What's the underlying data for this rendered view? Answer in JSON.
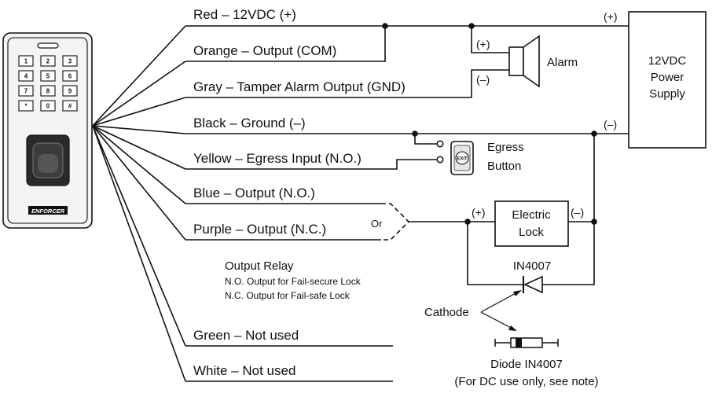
{
  "keypad": {
    "keys": [
      "1",
      "2",
      "3",
      "4",
      "5",
      "6",
      "7",
      "8",
      "9",
      "*",
      "0",
      "#"
    ],
    "brand": "ENFORCER"
  },
  "wires": {
    "red": "Red – 12VDC (+)",
    "orange": "Orange – Output (COM)",
    "gray": "Gray – Tamper Alarm Output (GND)",
    "black": "Black – Ground (–)",
    "yellow": "Yellow – Egress Input (N.O.)",
    "blue": "Blue – Output (N.O.)",
    "purple": "Purple – Output (N.C.)",
    "green": "Green – Not used",
    "white": "White – Not used"
  },
  "power_supply": {
    "line1": "12VDC",
    "line2": "Power",
    "line3": "Supply",
    "plus": "(+)",
    "minus": "(–)"
  },
  "alarm": {
    "label": "Alarm",
    "plus": "(+)",
    "minus": "(–)"
  },
  "egress": {
    "line1": "Egress",
    "line2": "Button",
    "icon_text": "EXIT"
  },
  "lock": {
    "line1": "Electric",
    "line2": "Lock",
    "plus": "(+)",
    "minus": "(–)"
  },
  "or_label": "Or",
  "relay": {
    "title": "Output Relay",
    "line1": "N.O. Output for Fail-secure Lock",
    "line2": "N.C. Output for Fail-safe Lock"
  },
  "diode": {
    "label": "IN4007",
    "cathode": "Cathode",
    "part": "Diode IN4007",
    "note": "(For DC use only, see note)"
  }
}
